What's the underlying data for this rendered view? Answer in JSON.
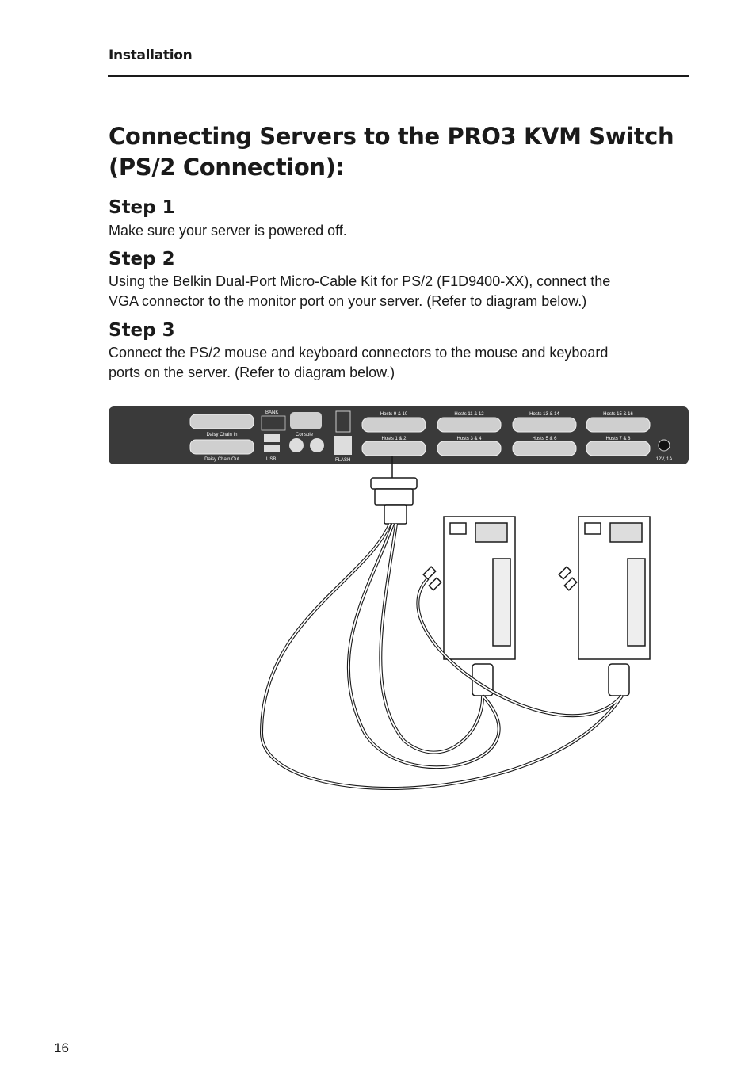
{
  "header": {
    "section": "Installation"
  },
  "title": {
    "line1": "Connecting Servers to the PRO3 KVM Switch",
    "line2": "(PS/2 Connection):"
  },
  "steps": [
    {
      "heading": "Step 1",
      "lines": [
        "Make sure your server is powered off."
      ]
    },
    {
      "heading": "Step 2",
      "lines": [
        "Using the Belkin Dual-Port Micro-Cable Kit for PS/2 (F1D9400-XX), connect the",
        "VGA connector to the monitor port on your server. (Refer to diagram below.)"
      ]
    },
    {
      "heading": "Step 3",
      "lines": [
        "Connect the PS/2 mouse and keyboard connectors to the mouse and keyboard",
        "ports on the server. (Refer to diagram below.)"
      ]
    }
  ],
  "diagram": {
    "kvm_labels": {
      "daisy_in": "Daisy Chain In",
      "daisy_out": "Daisy Chain Out",
      "bank": "BANK",
      "console": "Console",
      "usb": "USB",
      "flash": "FLASH",
      "power": "12V, 1A",
      "hosts_top": [
        "Hosts 9 & 10",
        "Hosts 11 & 12",
        "Hosts 13 & 14",
        "Hosts 15 & 16"
      ],
      "hosts_bottom": [
        "Hosts 1 & 2",
        "Hosts 3 & 4",
        "Hosts 5 & 6",
        "Hosts 7 & 8"
      ]
    }
  },
  "footer": {
    "page_number": "16"
  }
}
